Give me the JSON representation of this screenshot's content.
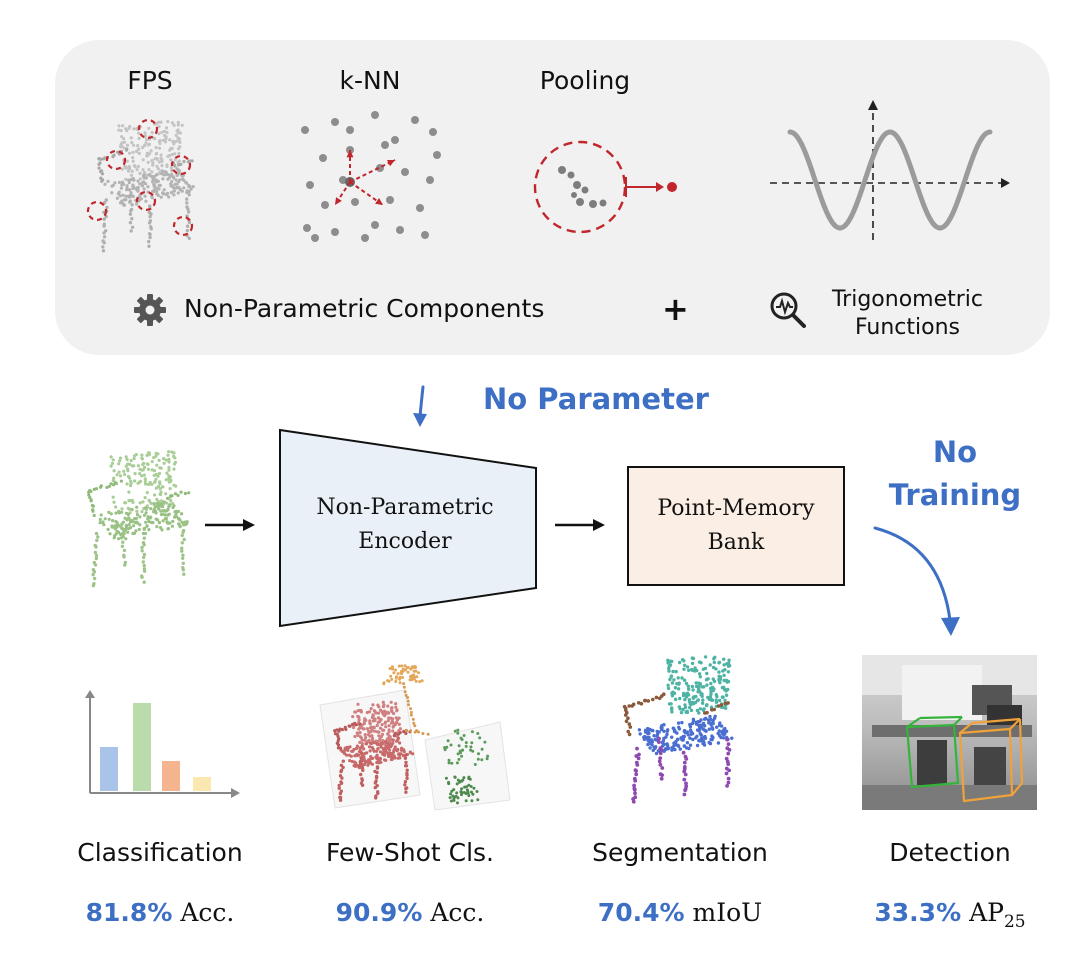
{
  "components": {
    "fps_label": "FPS",
    "knn_label": "k-NN",
    "pooling_label": "Pooling",
    "nonparam_label": "Non-Parametric Components",
    "plus": "+",
    "trig_line1": "Trigonometric",
    "trig_line2": "Functions"
  },
  "flow": {
    "no_parameter": "No Parameter",
    "no_training_line1": "No",
    "no_training_line2": "Training",
    "encoder_line1": "Non-Parametric",
    "encoder_line2": "Encoder",
    "memory_line1": "Point-Memory",
    "memory_line2": "Bank"
  },
  "tasks": [
    {
      "name": "Classification",
      "value": "81.8%",
      "metric": "Acc."
    },
    {
      "name": "Few-Shot Cls.",
      "value": "90.9%",
      "metric": "Acc."
    },
    {
      "name": "Segmentation",
      "value": "70.4%",
      "metric": "mIoU"
    },
    {
      "name": "Detection",
      "value": "33.3%",
      "metric": "AP",
      "metric_sub": "25"
    }
  ],
  "colors": {
    "accent_blue": "#3d6fc4",
    "dashed_red": "#c0262b",
    "encoder_fill": "#eaf0f7",
    "memory_fill": "#fbeee4",
    "chair_green": "#9fc48a",
    "bar_blue": "#a9c4e8",
    "bar_green": "#b9dcaa",
    "bar_orange": "#f4b48e",
    "bar_yellow": "#fbe7b0"
  }
}
